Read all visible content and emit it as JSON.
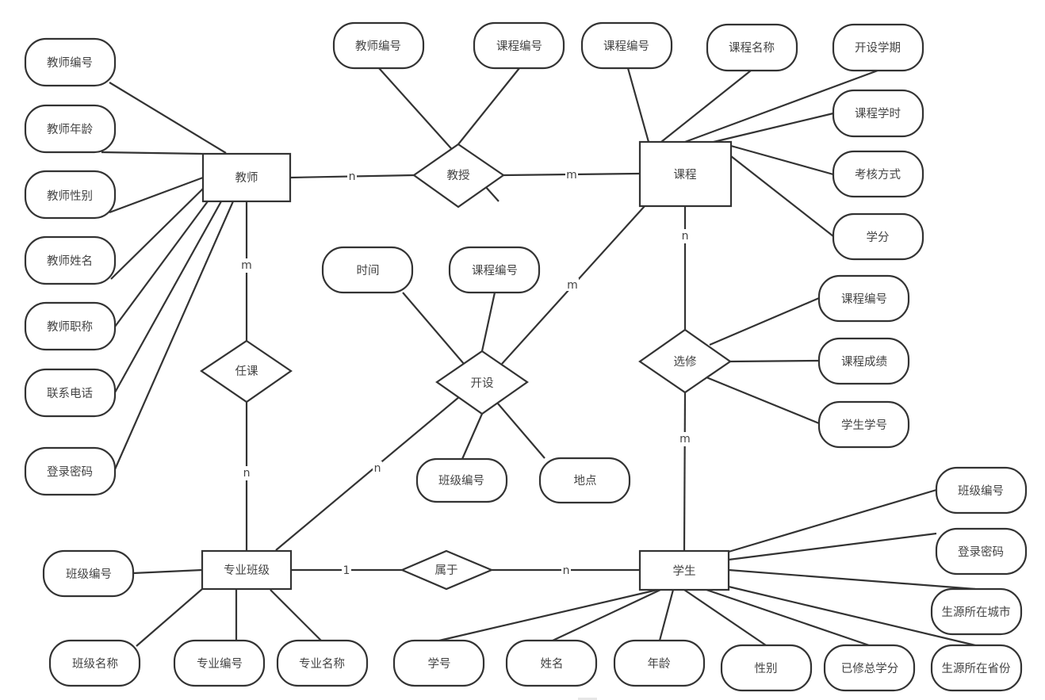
{
  "diagram": {
    "type": "ER diagram",
    "entities": {
      "teacher": "教师",
      "course": "课程",
      "class": "专业班级",
      "student": "学生"
    },
    "relationships": {
      "teach": "教授",
      "assign": "任课",
      "offer": "开设",
      "elective": "选修",
      "belong": "属于"
    },
    "attributes": {
      "teacher": [
        "教师编号",
        "教师年龄",
        "教师性别",
        "教师姓名",
        "教师职称",
        "联系电话",
        "登录密码"
      ],
      "teach": [
        "教师编号",
        "课程编号"
      ],
      "course": [
        "课程编号",
        "课程名称",
        "开设学期",
        "课程学时",
        "考核方式",
        "学分"
      ],
      "offer": [
        "时间",
        "课程编号",
        "班级编号",
        "地点"
      ],
      "elective": [
        "课程编号",
        "课程成绩",
        "学生学号"
      ],
      "class": [
        "班级编号",
        "班级名称",
        "专业编号",
        "专业名称"
      ],
      "student_right": [
        "班级编号",
        "登录密码",
        "生源所在城市",
        "生源所在省份"
      ],
      "student_bottom": [
        "学号",
        "姓名",
        "年龄",
        "性别",
        "已修总学分"
      ]
    },
    "cardinalities": {
      "teacher_teach": "n",
      "teach_course": "m",
      "teacher_assign": "m",
      "assign_class": "n",
      "offer_course": "m",
      "offer_class": "n",
      "course_elective": "n",
      "elective_student": "m",
      "class_belong": "1",
      "belong_student": "n"
    }
  }
}
